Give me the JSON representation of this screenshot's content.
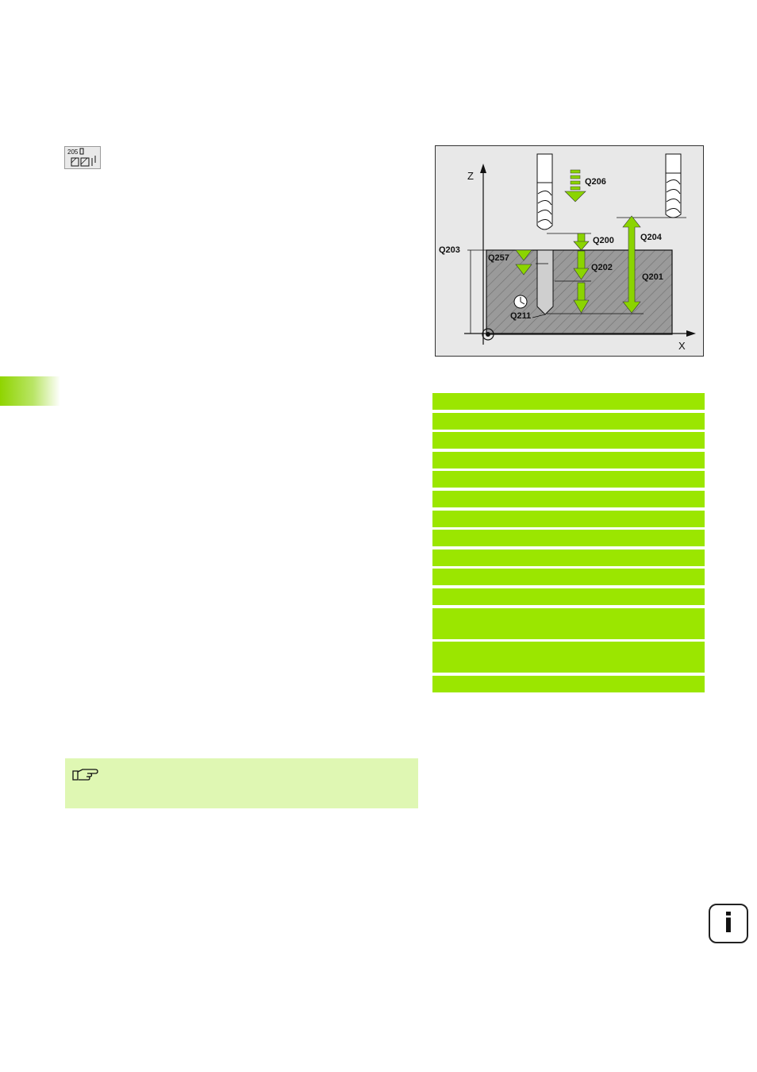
{
  "cycle_icon": {
    "number": "205"
  },
  "figure": {
    "axis_z": "Z",
    "axis_x": "X",
    "labels": {
      "q206": "Q206",
      "q200": "Q200",
      "q204": "Q204",
      "q203": "Q203",
      "q257": "Q257",
      "q202": "Q202",
      "q201": "Q201",
      "q211": "Q211"
    }
  },
  "param_bars": [
    {
      "lines": 1
    },
    {
      "lines": 1
    },
    {
      "lines": 1
    },
    {
      "lines": 1
    },
    {
      "lines": 1
    },
    {
      "lines": 1
    },
    {
      "lines": 1
    },
    {
      "lines": 1
    },
    {
      "lines": 1
    },
    {
      "lines": 1
    },
    {
      "lines": 1
    },
    {
      "lines": 2
    },
    {
      "lines": 2
    },
    {
      "lines": 1
    }
  ],
  "note": {
    "icon": "pointing-hand-icon"
  },
  "info": {
    "glyph": "i",
    "icon": "info-icon"
  },
  "colors": {
    "accent_green": "#9be600",
    "note_bg": "#dff7b3",
    "figure_bg": "#e8e8e8"
  }
}
